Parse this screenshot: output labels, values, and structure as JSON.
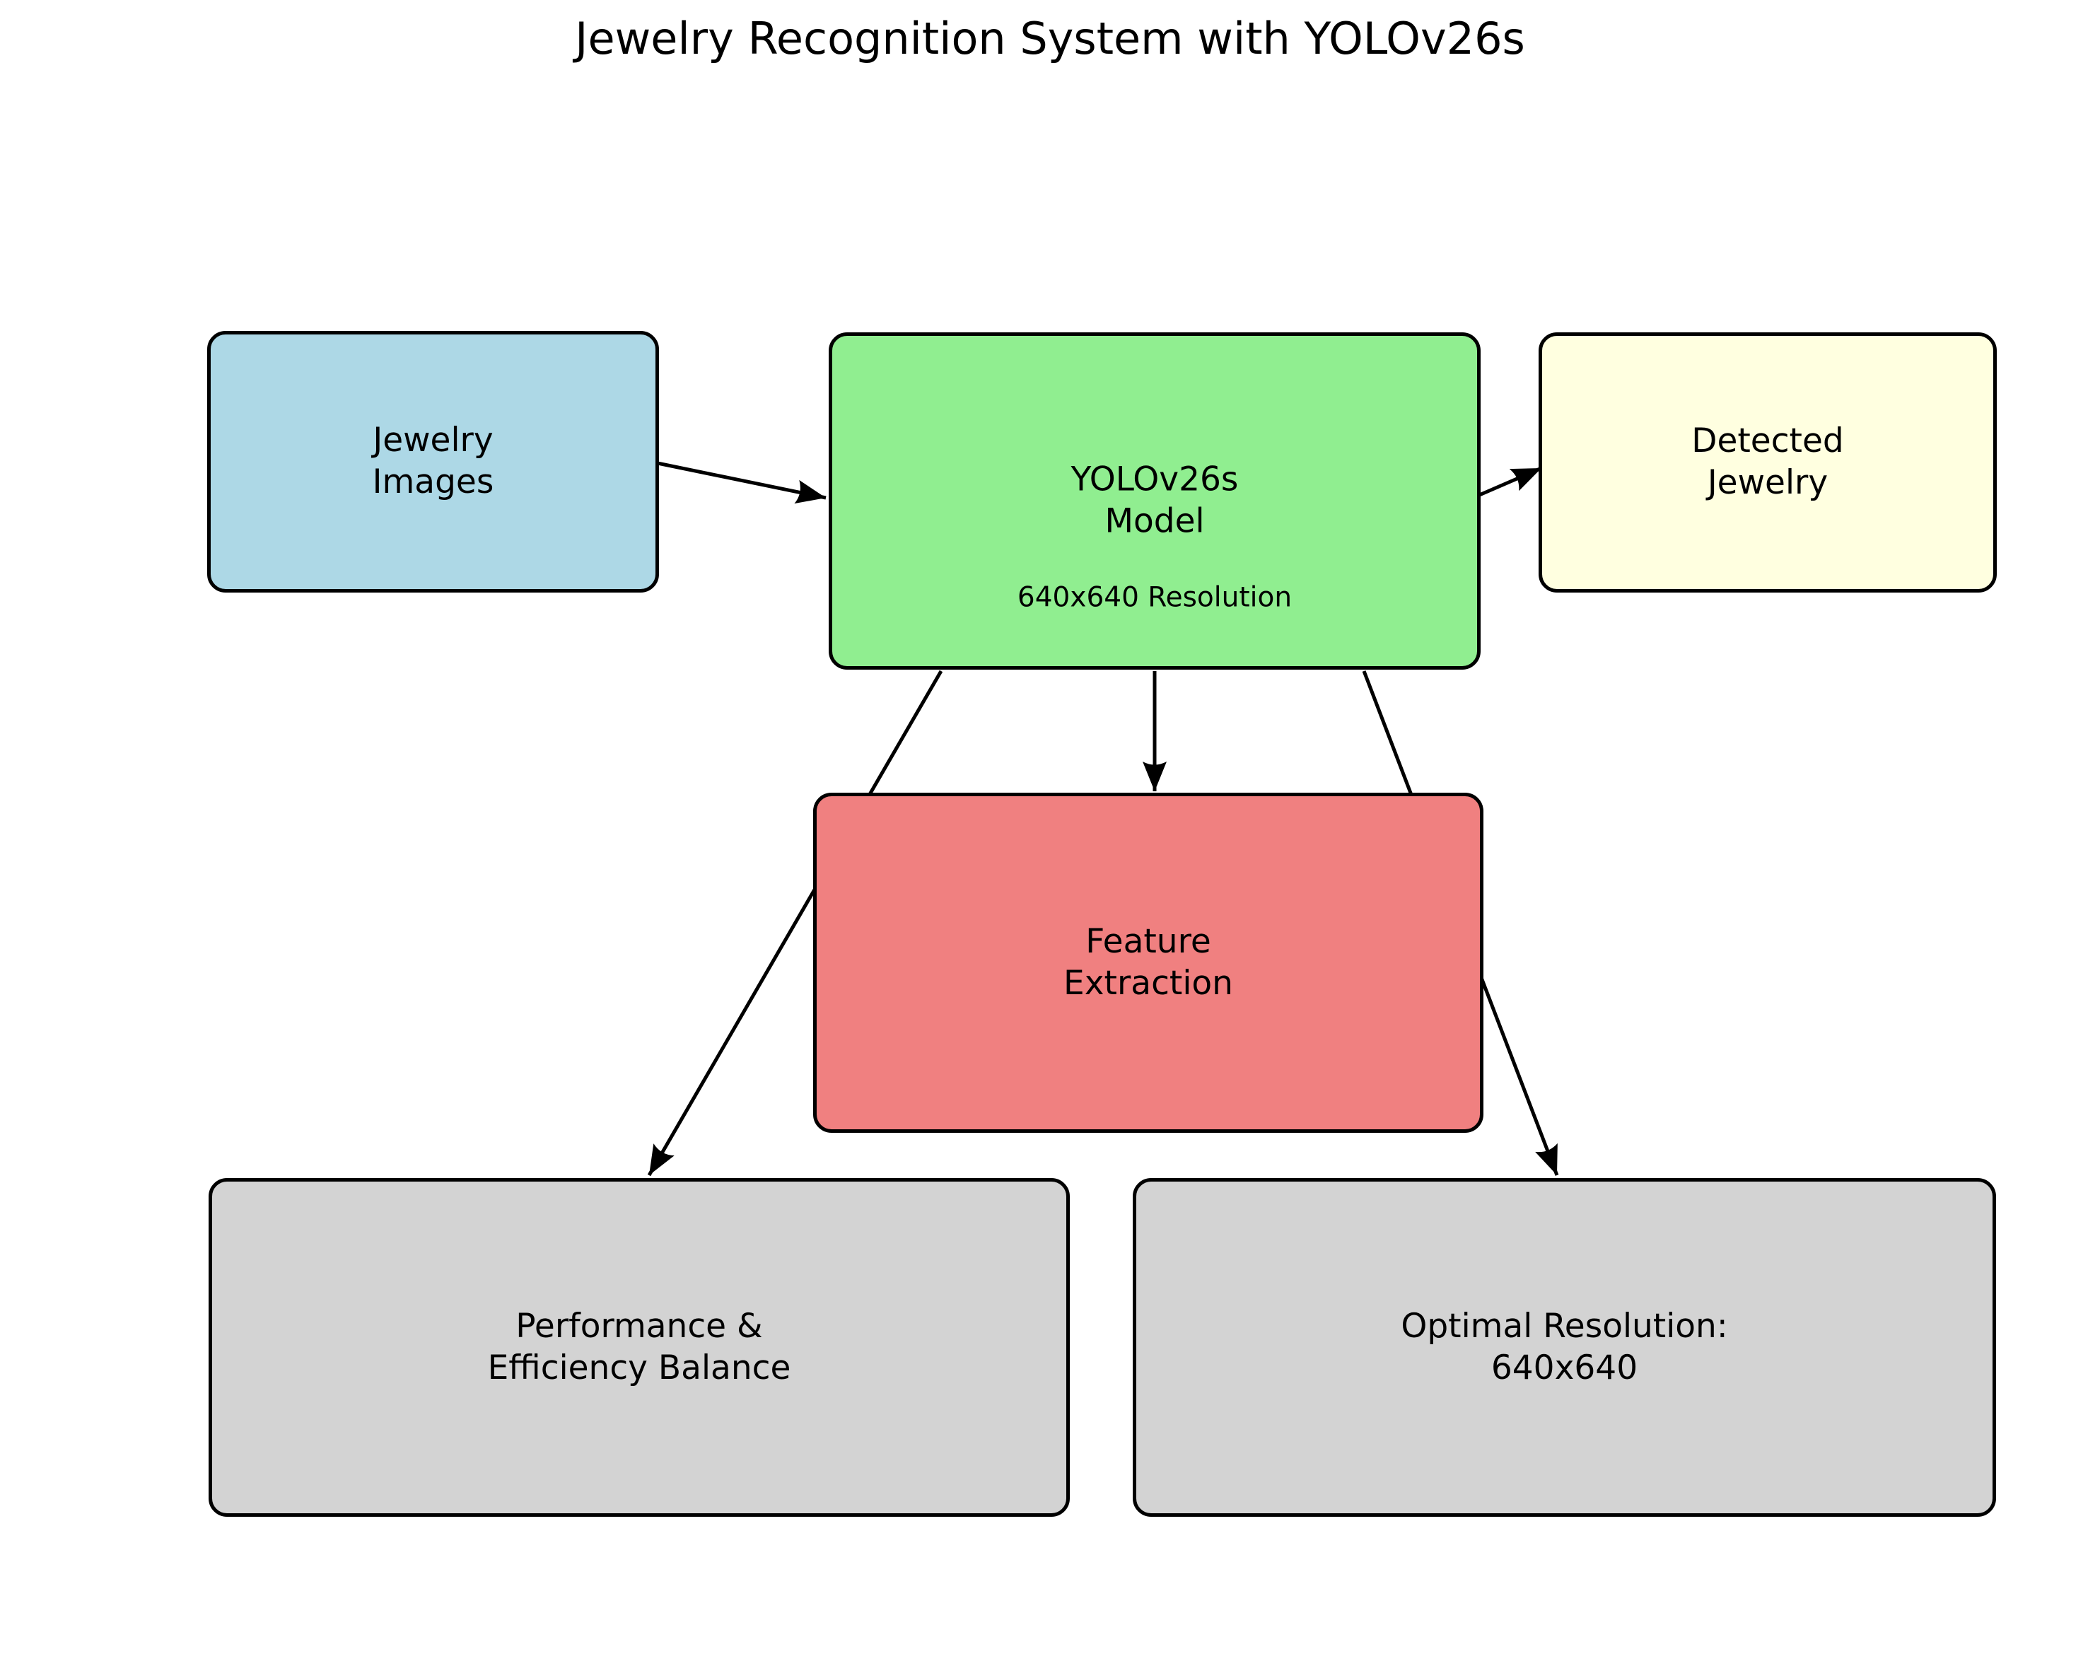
{
  "title": "Jewelry Recognition System with YOLOv26s",
  "nodes": {
    "jewelry_images": {
      "label": "Jewelry\nImages",
      "color": "#ADD8E6"
    },
    "yolo_model": {
      "label": "YOLOv26s\nModel",
      "sublabel": "640x640 Resolution",
      "color": "#90EE90"
    },
    "detected_jewelry": {
      "label": "Detected\nJewelry",
      "color": "#FFFFE0"
    },
    "feature_extraction": {
      "label": "Feature\nExtraction",
      "color": "#F08080"
    },
    "performance_balance": {
      "label": "Performance &\nEfficiency Balance",
      "color": "#D3D3D3"
    },
    "optimal_resolution": {
      "label": "Optimal Resolution:\n640x640",
      "color": "#D3D3D3"
    }
  },
  "edges": [
    {
      "from": "jewelry_images",
      "to": "yolo_model"
    },
    {
      "from": "yolo_model",
      "to": "detected_jewelry"
    },
    {
      "from": "yolo_model",
      "to": "feature_extraction"
    },
    {
      "from": "yolo_model",
      "to": "performance_balance"
    },
    {
      "from": "yolo_model",
      "to": "optimal_resolution"
    }
  ],
  "colors": {
    "background": "#FFFFFF",
    "border": "#000000",
    "arrow": "#000000",
    "text": "#000000"
  }
}
